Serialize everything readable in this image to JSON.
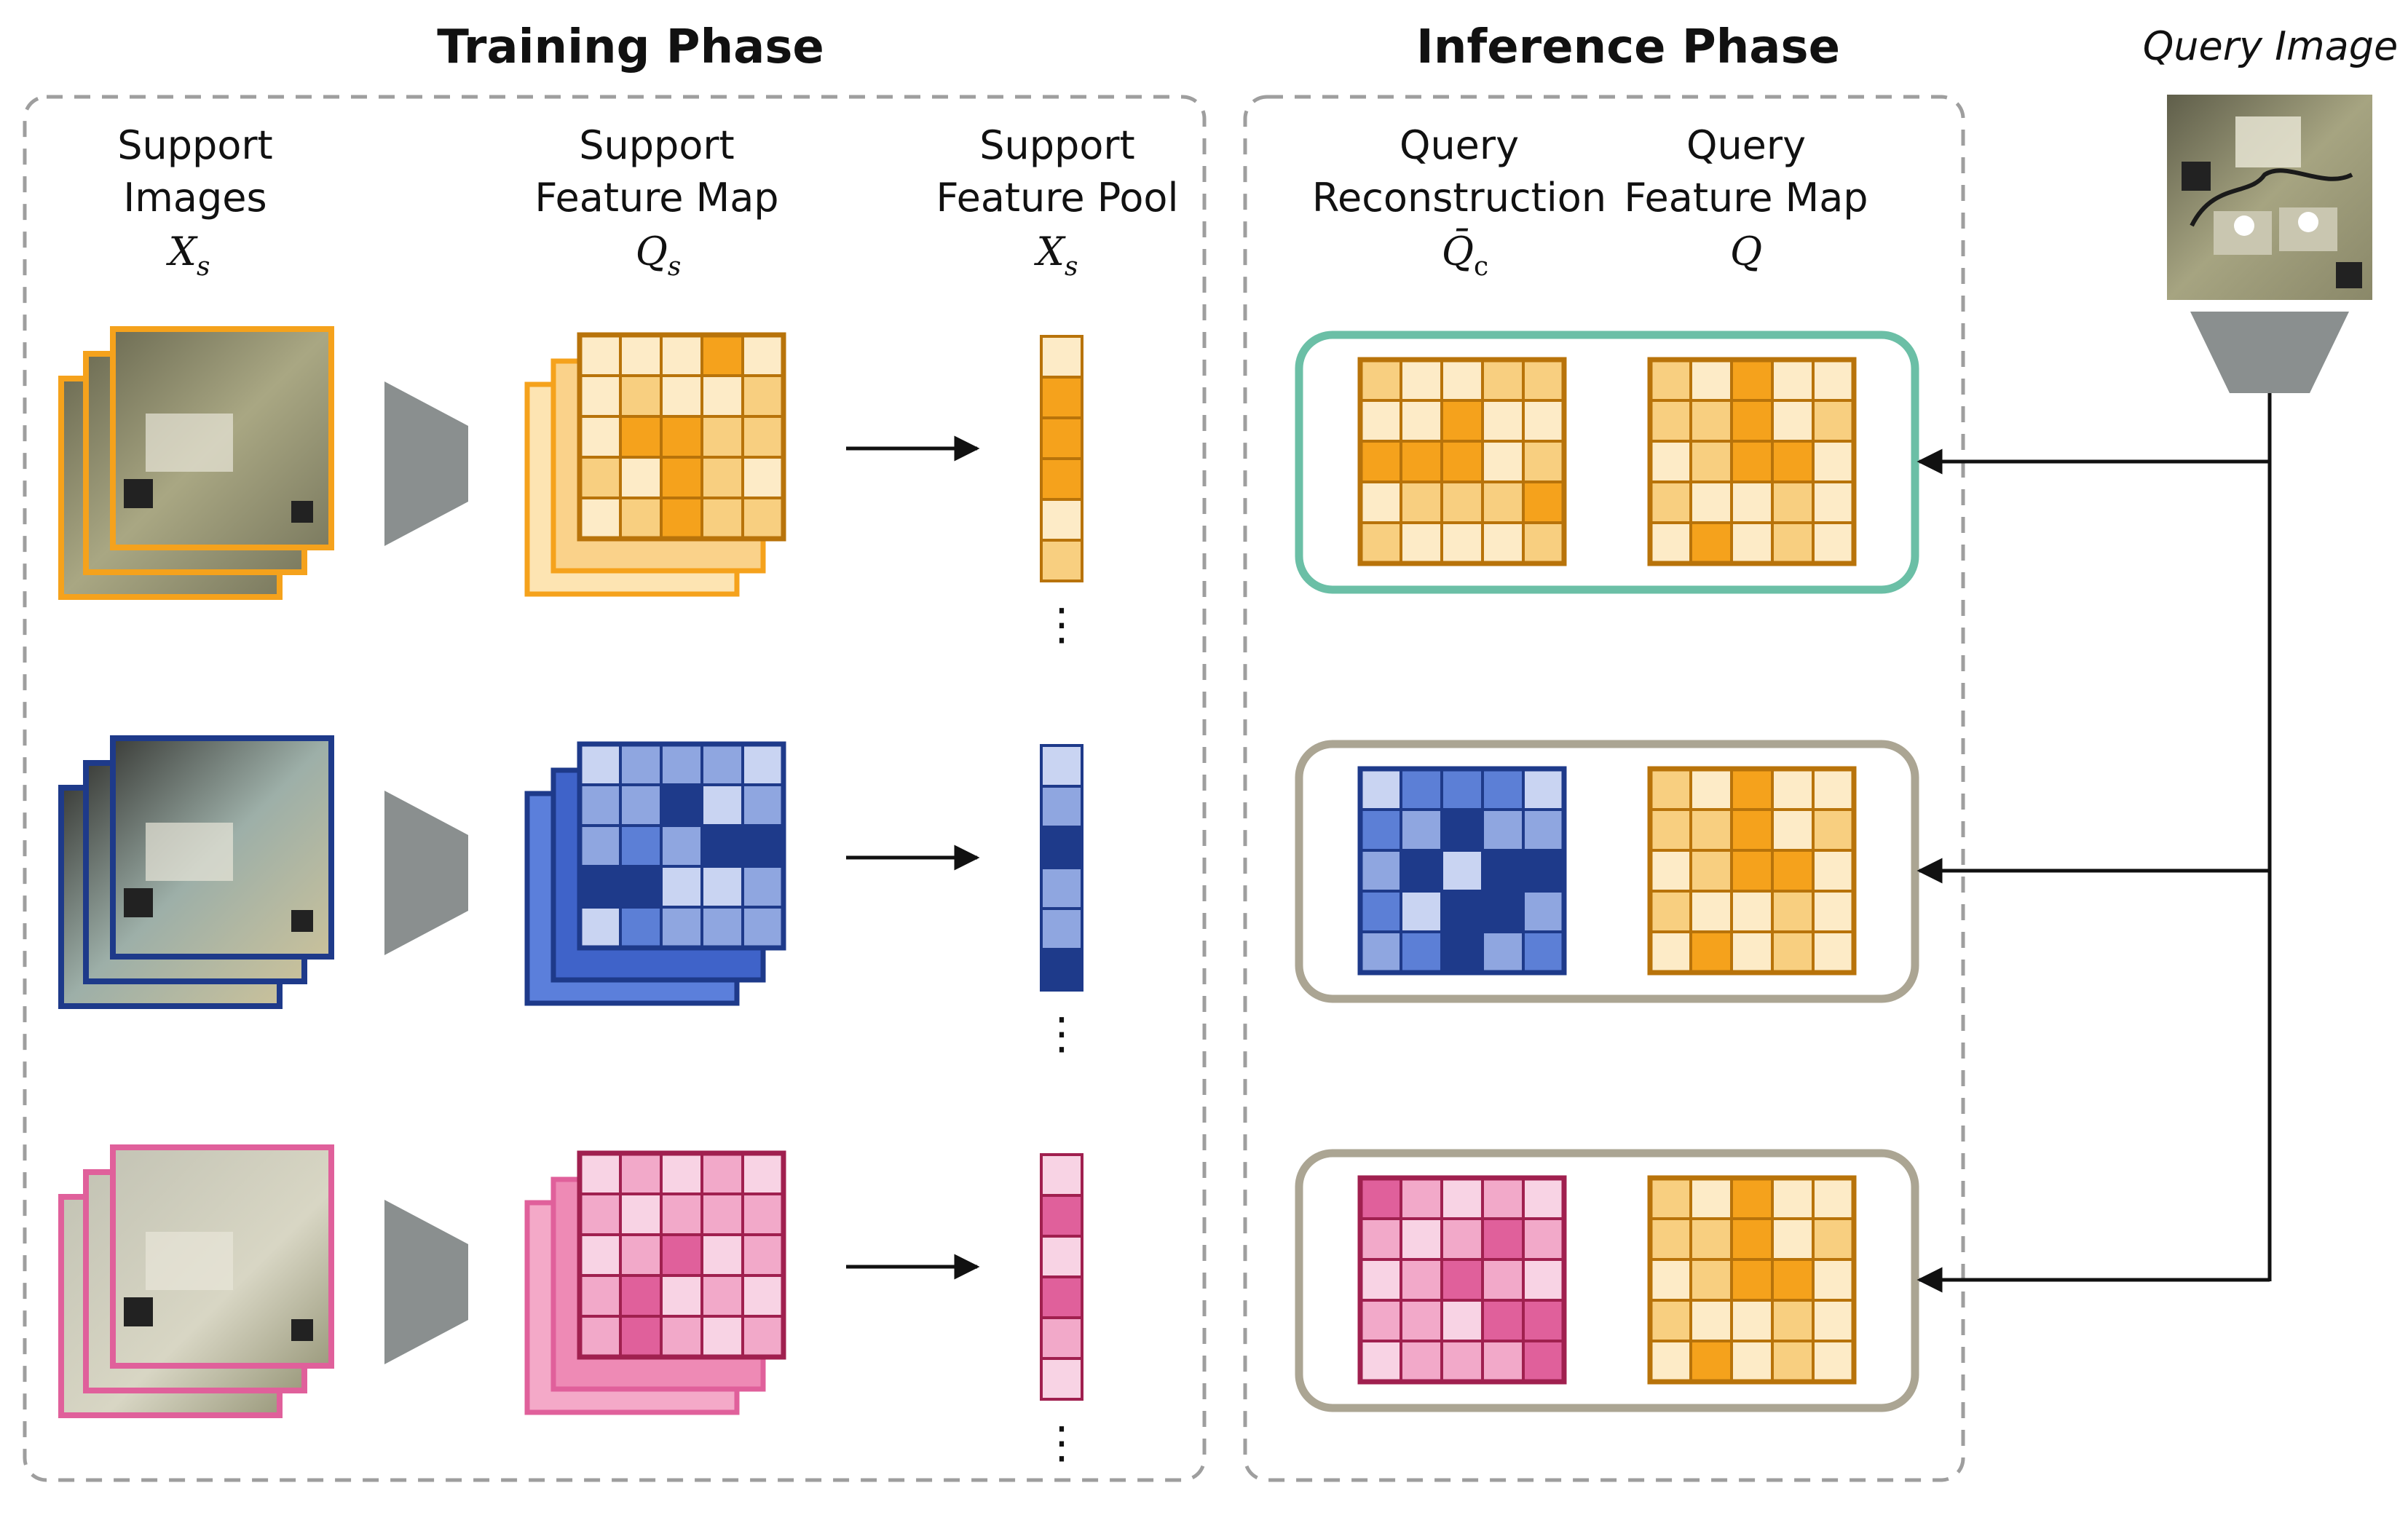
{
  "titles": {
    "training": "Training Phase",
    "inference": "Inference Phase",
    "query_image": "Query Image"
  },
  "column_headers": {
    "support_images": {
      "line1": "Support",
      "line2": "Images",
      "symbol": "X",
      "subscript": "s"
    },
    "support_feature_map": {
      "line1": "Support",
      "line2": "Feature Map",
      "symbol": "Q",
      "subscript": "s"
    },
    "support_feature_pool": {
      "line1": "Support",
      "line2": "Feature Pool",
      "symbol": "X",
      "subscript": "s"
    },
    "query_reconstruction": {
      "line1": "Query",
      "line2": "Reconstruction",
      "symbol": "Q̄",
      "subscript": "c"
    },
    "query_feature_map": {
      "line1": "Query",
      "line2": "Feature Map",
      "symbol": "Q",
      "subscript": ""
    }
  },
  "colors": {
    "orange": {
      "dark": "#F5A21C",
      "border": "#B8730A",
      "shades": [
        "#FDEBC7",
        "#F8CF80",
        "#F5A21C"
      ],
      "stack": [
        "#FDE4B2",
        "#FAD28A",
        "#F5A21C"
      ]
    },
    "blue": {
      "dark": "#1E3A8A",
      "border": "#1E3A8A",
      "shades": [
        "#C9D4F2",
        "#8FA6E0",
        "#5C7FD6",
        "#1E3A8A"
      ],
      "stack": [
        "#5B7FDB",
        "#3F63C9",
        "#2344A0"
      ]
    },
    "pink": {
      "dark": "#E0609B",
      "border": "#A0204F",
      "shades": [
        "#F8D3E4",
        "#F2A9C9",
        "#E0609B"
      ],
      "stack": [
        "#F4A9C8",
        "#EE8AB5",
        "#E0609B"
      ]
    },
    "teal_box": "#6BBFA6",
    "gray_box": "#ABA593",
    "encoder": "#8A8F8F",
    "dashed_frame": "#9E9E9E"
  },
  "icons": {
    "encoder": "encoder-trapezoid-icon",
    "arrow": "arrow-right-icon",
    "arrow_left": "arrow-left-icon",
    "ellipsis": "vertical-ellipsis-icon"
  },
  "rows": [
    {
      "name": "orange",
      "support_map": [
        [
          0,
          0,
          0,
          2,
          0
        ],
        [
          0,
          1,
          0,
          0,
          1
        ],
        [
          0,
          2,
          2,
          1,
          1
        ],
        [
          1,
          0,
          2,
          1,
          0
        ],
        [
          0,
          1,
          2,
          1,
          1
        ]
      ],
      "pool": [
        0,
        2,
        2,
        2,
        0,
        1
      ],
      "reconstruction": [
        [
          1,
          0,
          0,
          1,
          1
        ],
        [
          0,
          0,
          2,
          0,
          0
        ],
        [
          2,
          2,
          2,
          0,
          1
        ],
        [
          0,
          1,
          1,
          1,
          2
        ],
        [
          1,
          0,
          0,
          0,
          1
        ]
      ]
    },
    {
      "name": "blue",
      "support_map": [
        [
          0,
          1,
          1,
          1,
          0
        ],
        [
          1,
          1,
          3,
          0,
          1
        ],
        [
          1,
          2,
          1,
          3,
          3
        ],
        [
          3,
          3,
          0,
          0,
          1
        ],
        [
          0,
          2,
          1,
          1,
          1
        ]
      ],
      "pool": [
        0,
        1,
        3,
        1,
        1,
        3
      ],
      "reconstruction": [
        [
          0,
          2,
          2,
          2,
          0
        ],
        [
          2,
          1,
          3,
          1,
          1
        ],
        [
          1,
          3,
          0,
          3,
          3
        ],
        [
          2,
          0,
          3,
          3,
          1
        ],
        [
          1,
          2,
          3,
          1,
          2
        ]
      ]
    },
    {
      "name": "pink",
      "support_map": [
        [
          0,
          1,
          0,
          1,
          0
        ],
        [
          1,
          0,
          1,
          1,
          1
        ],
        [
          0,
          1,
          2,
          0,
          1
        ],
        [
          1,
          2,
          0,
          1,
          0
        ],
        [
          1,
          2,
          1,
          0,
          1
        ]
      ],
      "pool": [
        0,
        2,
        0,
        2,
        1,
        0
      ],
      "reconstruction": [
        [
          2,
          1,
          0,
          1,
          0
        ],
        [
          1,
          0,
          1,
          2,
          1
        ],
        [
          0,
          1,
          2,
          1,
          0
        ],
        [
          1,
          1,
          0,
          2,
          2
        ],
        [
          0,
          1,
          1,
          1,
          2
        ]
      ]
    }
  ],
  "query_map": [
    [
      1,
      0,
      2,
      0,
      0
    ],
    [
      1,
      1,
      2,
      0,
      1
    ],
    [
      0,
      1,
      2,
      2,
      0
    ],
    [
      1,
      0,
      0,
      1,
      0
    ],
    [
      0,
      2,
      0,
      1,
      0
    ]
  ]
}
